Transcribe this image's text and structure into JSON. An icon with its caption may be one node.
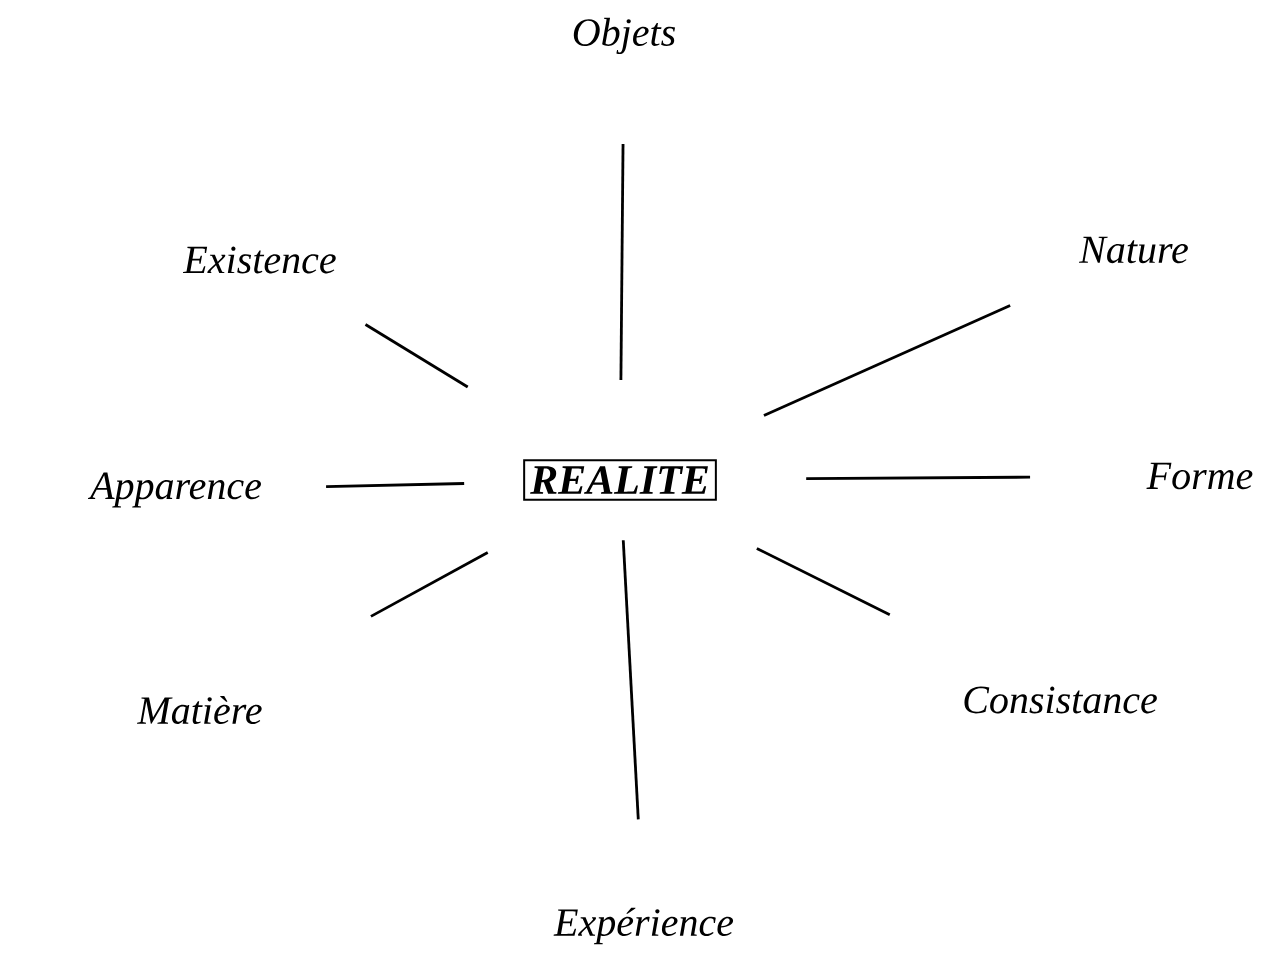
{
  "diagram": {
    "nodes": [
      {
        "text": [
          "REALITE"
        ]
      },
      {
        "text": [
          "Objets"
        ]
      },
      {
        "text": [
          "Nature"
        ]
      },
      {
        "text": [
          "Forme"
        ]
      },
      {
        "text": [
          "Consistance"
        ]
      },
      {
        "text": [
          "Expérience"
        ]
      },
      {
        "text": [
          "Matière"
        ]
      },
      {
        "text": [
          "Apparence"
        ]
      },
      {
        "text": [
          "Existence"
        ]
      }
    ],
    "edges": [
      {
        "from": 0,
        "to": 1,
        "arrow": "none"
      },
      {
        "from": 0,
        "to": 2,
        "arrow": "none"
      },
      {
        "from": 0,
        "to": 3,
        "arrow": "none"
      },
      {
        "from": 0,
        "to": 4,
        "arrow": "none"
      },
      {
        "from": 0,
        "to": 5,
        "arrow": "none"
      },
      {
        "from": 0,
        "to": 6,
        "arrow": "none"
      },
      {
        "from": 0,
        "to": 7,
        "arrow": "none"
      },
      {
        "from": 0,
        "to": 8,
        "arrow": "none"
      }
    ]
  }
}
